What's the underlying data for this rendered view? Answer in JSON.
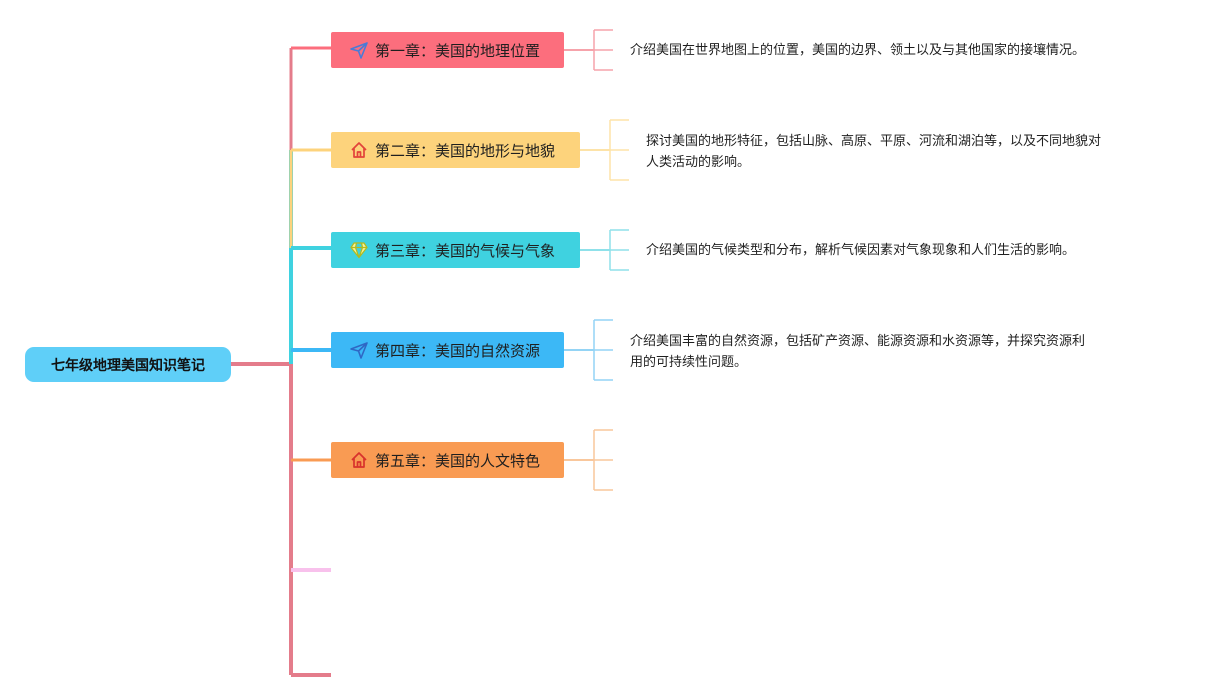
{
  "root": {
    "title": "七年级地理美国知识笔记",
    "color": "#5fcff8"
  },
  "chapters": [
    {
      "label": "第一章：美国的地理位置",
      "icon": "paper-plane-icon",
      "color": "#fc6e7d",
      "desc": [
        "介绍美国在世界地图上的位置，美国的边界、领土以及与其他国家的接壤情况。"
      ]
    },
    {
      "label": "第二章：美国的地形与地貌",
      "icon": "house-icon",
      "color": "#fdd37c",
      "desc": [
        "探讨美国的地形特征，包括山脉、高原、平原、河流和湖泊等，以及不同地貌对",
        "人类活动的影响。"
      ]
    },
    {
      "label": "第三章：美国的气候与气象",
      "icon": "diamond-icon",
      "color": "#3fd2e0",
      "desc": [
        "介绍美国的气候类型和分布，解析气候因素对气象现象和人们生活的影响。"
      ]
    },
    {
      "label": "第四章：美国的自然资源",
      "icon": "paper-plane-icon",
      "color": "#3cb8f6",
      "desc": [
        "介绍美国丰富的自然资源，包括矿产资源、能源资源和水资源等，并探究资源利",
        "用的可持续性问题。"
      ]
    },
    {
      "label": "第五章：美国的人文特色",
      "icon": "house-icon",
      "color": "#f99b53",
      "desc": []
    }
  ]
}
